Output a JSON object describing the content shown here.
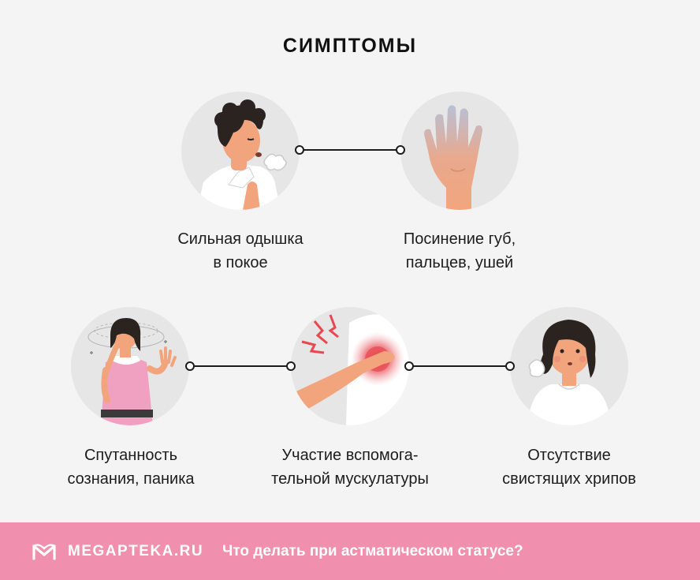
{
  "title": "СИМПТОМЫ",
  "symptoms": [
    {
      "line1": "Сильная одышка",
      "line2": "в покое",
      "icon": "breathless-man-icon"
    },
    {
      "line1": "Посинение губ,",
      "line2": "пальцев, ушей",
      "icon": "hand-icon"
    },
    {
      "line1": "Спутанность",
      "line2": "сознания, паника",
      "icon": "dizzy-woman-icon"
    },
    {
      "line1": "Участие вспомога-",
      "line2": "тельной мускулатуры",
      "icon": "chest-pain-icon"
    },
    {
      "line1": "Отсутствие",
      "line2": "свистящих хрипов",
      "icon": "girl-breathing-icon"
    }
  ],
  "footer": {
    "brand": "MEGAPTEKA.RU",
    "link": "Что делать при астматическом статусе?",
    "logo_icon": "megapteka-logo-icon"
  },
  "colors": {
    "background": "#f4f4f4",
    "footer": "#f08fae",
    "circle": "#e6e6e6",
    "accent_red": "#e8474f",
    "skin": "#f2a57d",
    "pink_vest": "#f0a0c0"
  }
}
